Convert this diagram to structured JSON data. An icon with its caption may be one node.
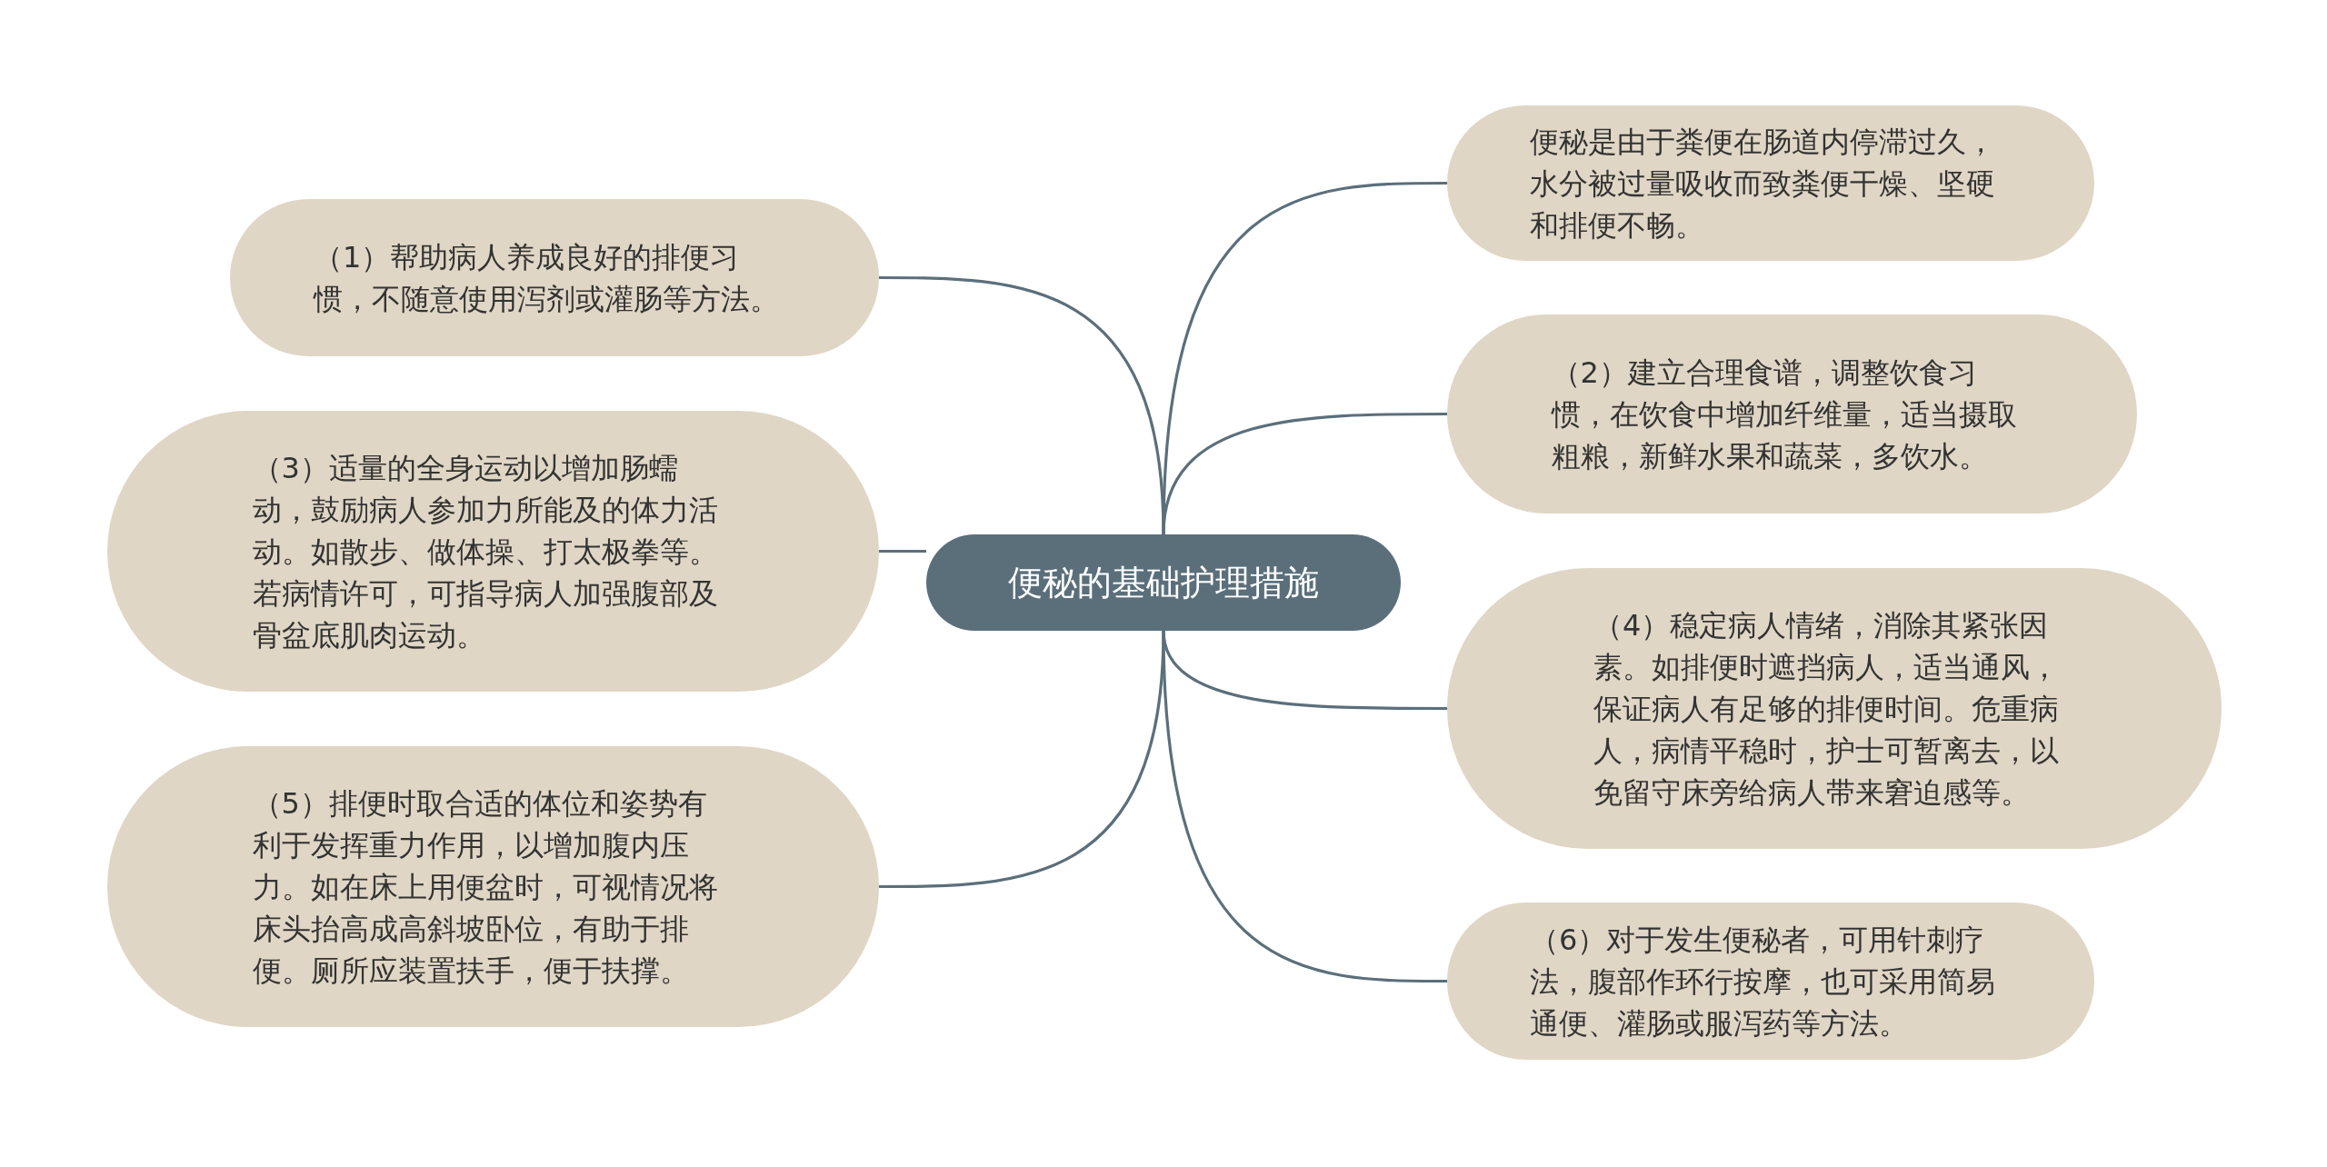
{
  "diagram": {
    "nodes": [
      {
        "text": [
          "便秘的基础护理措施"
        ]
      },
      {
        "text": [
          "便秘是由于粪便在肠道内停滞过久，水分被过量吸收而致粪便干燥、坚硬和排便不畅。"
        ]
      },
      {
        "text": [
          "（1）帮助病人养成良好的排便习惯，不随意使用泻剂或灌肠等方法。"
        ]
      },
      {
        "text": [
          "（2）建立合理食谱，调整饮食习惯，在饮食中增加纤维量，适当摄取粗粮，新鲜水果和蔬菜，多饮水。"
        ]
      },
      {
        "text": [
          "（3）适量的全身运动以增加肠蠕动，鼓励病人参加力所能及的体力活动。如散步、做体操、打太极拳等。若病情许可，可指导病人加强腹部及骨盆底肌肉运动。"
        ]
      },
      {
        "text": [
          "（4）稳定病人情绪，消除其紧张因素。如排便时遮挡病人，适当通风，保证病人有足够的排便时间。危重病人，病情平稳时，护士可暂离去，以免留守床旁给病人带来窘迫感等。"
        ]
      },
      {
        "text": [
          "（5）排便时取合适的体位和姿势有利于发挥重力作用，以增加腹内压力。如在床上用便盆时，可视情况将床头抬高成高斜坡卧位，有助于排便。厕所应装置扶手，便于扶撑。"
        ]
      },
      {
        "text": [
          "（6）对于发生便秘者，可用针刺疗法，腹部作环行按摩，也可采用简易通便、灌肠或服泻药等方法。"
        ]
      }
    ],
    "edges": [
      {
        "from": 0,
        "to": 1,
        "arrow": "none"
      },
      {
        "from": 0,
        "to": 2,
        "arrow": "none"
      },
      {
        "from": 0,
        "to": 3,
        "arrow": "none"
      },
      {
        "from": 0,
        "to": 4,
        "arrow": "none"
      },
      {
        "from": 0,
        "to": 5,
        "arrow": "none"
      },
      {
        "from": 0,
        "to": 6,
        "arrow": "none"
      },
      {
        "from": 0,
        "to": 7,
        "arrow": "none"
      }
    ]
  }
}
